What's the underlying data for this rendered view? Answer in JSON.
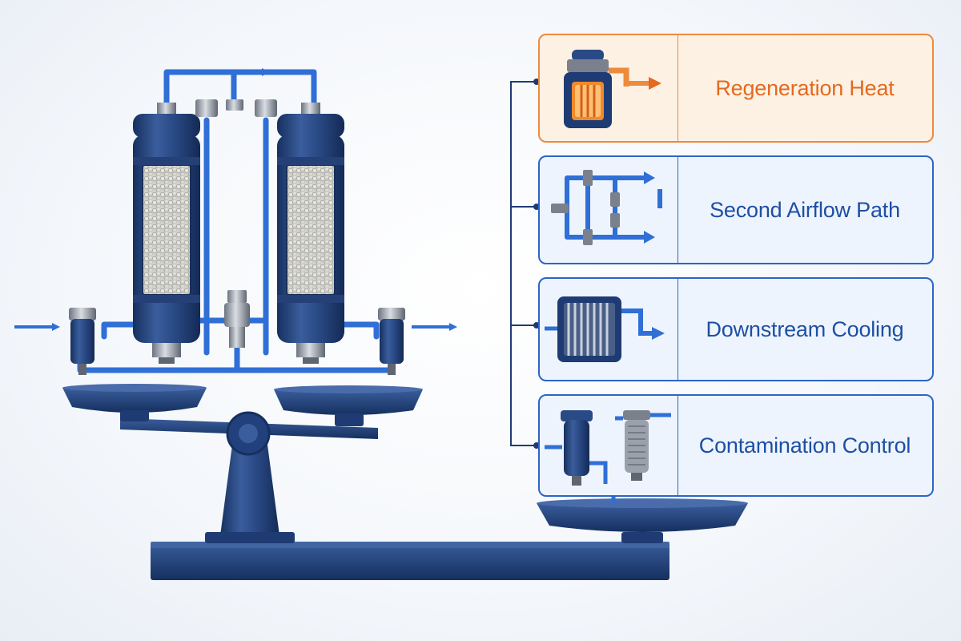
{
  "diagram": {
    "panels": [
      {
        "id": "regeneration-heat",
        "label": "Regeneration Heat",
        "style": "orange"
      },
      {
        "id": "second-airflow-path",
        "label": "Second Airflow Path",
        "style": "blue"
      },
      {
        "id": "downstream-cooling",
        "label": "Downstream Cooling",
        "style": "blue"
      },
      {
        "id": "contamination-control",
        "label": "Contamination Control",
        "style": "blue"
      }
    ],
    "colors": {
      "navy": "#1f3b73",
      "pipe_blue": "#2f6fd6",
      "panel_blue": "#2d64c8",
      "heat_orange": "#ee8a3c",
      "label_blue": "#1d4fa3",
      "label_orange": "#e46a1f"
    }
  }
}
